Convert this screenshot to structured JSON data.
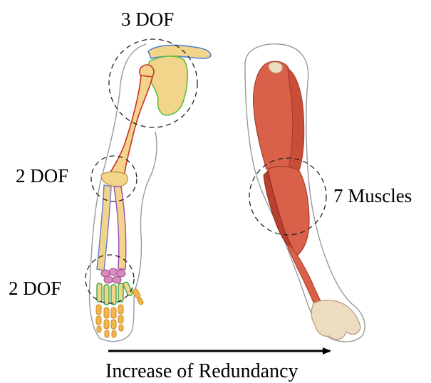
{
  "labels": {
    "shoulder_dof": "3 DOF",
    "elbow_dof": "2 DOF",
    "wrist_dof": "2 DOF",
    "muscles": "7 Muscles",
    "caption": "Increase of Redundancy"
  },
  "colors": {
    "bone": "#f2d48a",
    "bone_edge": "#b8944a",
    "scapula_outline": "#5cbf3f",
    "humerus_outline": "#c8302c",
    "clavicle_outline": "#4f7fd0",
    "radius_outline": "#6a79cc",
    "ulna_outline": "#9b4bb8",
    "carpal": "#d88ac0",
    "metacarpal_outline": "#3aa84a",
    "finger": "#f5b54a",
    "muscle": "#d9614a",
    "muscle_dark": "#a8382a",
    "tendon": "#ecdcc2",
    "skin_outline": "#9a9a9a",
    "dashed": "#222222",
    "arrow": "#000000"
  }
}
